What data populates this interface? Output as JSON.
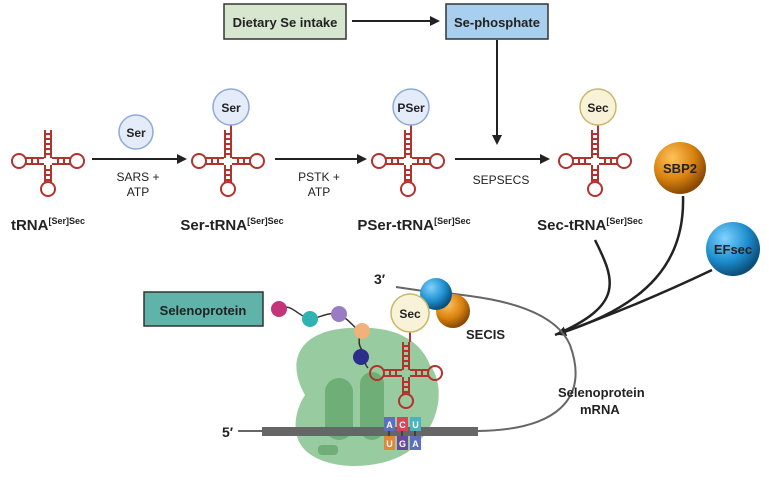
{
  "boxes": {
    "dietary": "Dietary Se intake",
    "sephosphate": "Se-phosphate",
    "selenoprotein": "Selenoprotein"
  },
  "steps": {
    "s1_line1": "SARS +",
    "s1_line2": "ATP",
    "s2_line1": "PSTK +",
    "s2_line2": "ATP",
    "s3": "SEPSECS"
  },
  "trnas": [
    {
      "base": "tRNA",
      "sup": "[Ser]Sec"
    },
    {
      "base": "Ser-tRNA",
      "sup": "[Ser]Sec"
    },
    {
      "base": "PSer-tRNA",
      "sup": "[Ser]Sec"
    },
    {
      "base": "Sec-tRNA",
      "sup": "[Ser]Sec"
    }
  ],
  "circles": {
    "ser1": "Ser",
    "ser2": "Ser",
    "pser": "PSer",
    "sec": "Sec",
    "sec_ribo": "Sec"
  },
  "factors": {
    "sbp2": "SBP2",
    "efsec": "EFsec"
  },
  "mrna": {
    "three_prime": "3′",
    "five_prime": "5′",
    "secis": "SECIS",
    "label_line1": "Selenoprotein",
    "label_line2": "mRNA"
  },
  "codon": {
    "anticodon": [
      "A",
      "C",
      "U"
    ],
    "codon": [
      "U",
      "G",
      "A"
    ]
  },
  "colors": {
    "trna": "#b3322c",
    "box_green": "#d7e6cf",
    "box_blue": "#a9cfee",
    "box_teal": "#5fb3a8",
    "ribosome": "#86c28e",
    "sbp2": "#d9820f",
    "efsec": "#1f8fcf",
    "mrna": "#666666"
  }
}
